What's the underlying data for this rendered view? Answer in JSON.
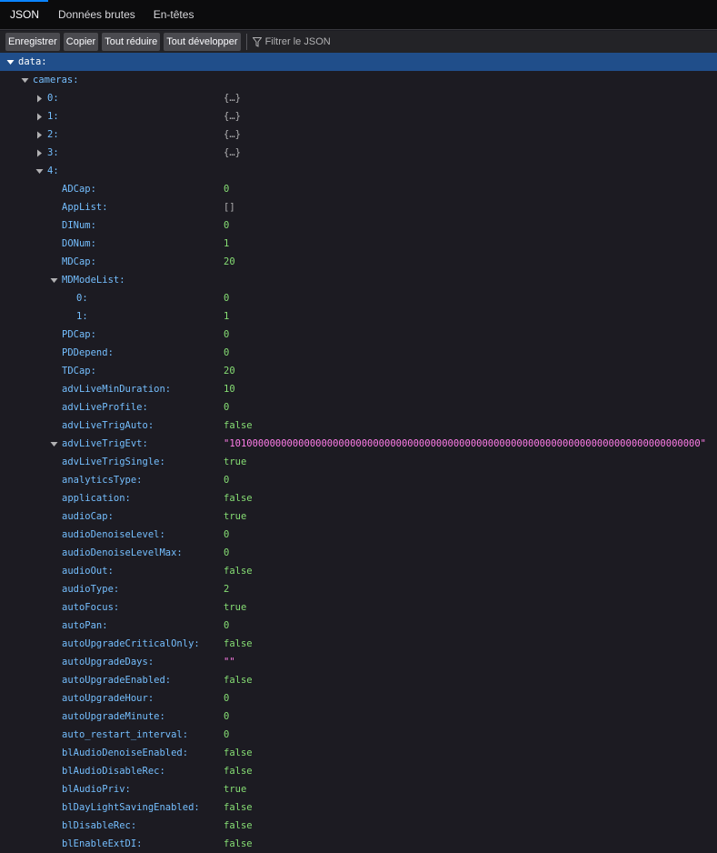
{
  "tabs": [
    {
      "label": "JSON",
      "active": true
    },
    {
      "label": "Données brutes",
      "active": false
    },
    {
      "label": "En-têtes",
      "active": false
    }
  ],
  "toolbar": {
    "save_label": "Enregistrer",
    "copy_label": "Copier",
    "collapse_label": "Tout réduire",
    "expand_label": "Tout développer",
    "filter_placeholder": "Filtrer le JSON"
  },
  "colors": {
    "selected_row": "#204e8a",
    "key": "#75bfff",
    "number": "#86de74",
    "string": "#ff7de9",
    "tab_accent": "#0a84ff"
  },
  "rows": [
    {
      "key": "data:",
      "value": "",
      "type": "",
      "depth": 0,
      "twisty": "open",
      "selected": true
    },
    {
      "key": "cameras:",
      "value": "",
      "type": "",
      "depth": 1,
      "twisty": "open"
    },
    {
      "key": "0:",
      "value": "{…}",
      "type": "obj",
      "depth": 2,
      "twisty": "closed"
    },
    {
      "key": "1:",
      "value": "{…}",
      "type": "obj",
      "depth": 2,
      "twisty": "closed"
    },
    {
      "key": "2:",
      "value": "{…}",
      "type": "obj",
      "depth": 2,
      "twisty": "closed"
    },
    {
      "key": "3:",
      "value": "{…}",
      "type": "obj",
      "depth": 2,
      "twisty": "closed"
    },
    {
      "key": "4:",
      "value": "",
      "type": "",
      "depth": 2,
      "twisty": "open"
    },
    {
      "key": "ADCap:",
      "value": "0",
      "type": "number",
      "depth": 3
    },
    {
      "key": "AppList:",
      "value": "[]",
      "type": "arr",
      "depth": 3
    },
    {
      "key": "DINum:",
      "value": "0",
      "type": "number",
      "depth": 3
    },
    {
      "key": "DONum:",
      "value": "1",
      "type": "number",
      "depth": 3
    },
    {
      "key": "MDCap:",
      "value": "20",
      "type": "number",
      "depth": 3
    },
    {
      "key": "MDModeList:",
      "value": "",
      "type": "",
      "depth": 3,
      "twisty": "open"
    },
    {
      "key": "0:",
      "value": "0",
      "type": "number",
      "depth": 4
    },
    {
      "key": "1:",
      "value": "1",
      "type": "number",
      "depth": 4
    },
    {
      "key": "PDCap:",
      "value": "0",
      "type": "number",
      "depth": 3
    },
    {
      "key": "PDDepend:",
      "value": "0",
      "type": "number",
      "depth": 3
    },
    {
      "key": "TDCap:",
      "value": "20",
      "type": "number",
      "depth": 3
    },
    {
      "key": "advLiveMinDuration:",
      "value": "10",
      "type": "number",
      "depth": 3
    },
    {
      "key": "advLiveProfile:",
      "value": "0",
      "type": "number",
      "depth": 3
    },
    {
      "key": "advLiveTrigAuto:",
      "value": "false",
      "type": "bool",
      "depth": 3
    },
    {
      "key": "advLiveTrigEvt:",
      "value": "\"1010000000000000000000000000000000000000000000000000000000000000000000000000000000\"",
      "type": "string",
      "depth": 3,
      "twisty": "open"
    },
    {
      "key": "advLiveTrigSingle:",
      "value": "true",
      "type": "bool",
      "depth": 3
    },
    {
      "key": "analyticsType:",
      "value": "0",
      "type": "number",
      "depth": 3
    },
    {
      "key": "application:",
      "value": "false",
      "type": "bool",
      "depth": 3
    },
    {
      "key": "audioCap:",
      "value": "true",
      "type": "bool",
      "depth": 3
    },
    {
      "key": "audioDenoiseLevel:",
      "value": "0",
      "type": "number",
      "depth": 3
    },
    {
      "key": "audioDenoiseLevelMax:",
      "value": "0",
      "type": "number",
      "depth": 3
    },
    {
      "key": "audioOut:",
      "value": "false",
      "type": "bool",
      "depth": 3
    },
    {
      "key": "audioType:",
      "value": "2",
      "type": "number",
      "depth": 3
    },
    {
      "key": "autoFocus:",
      "value": "true",
      "type": "bool",
      "depth": 3
    },
    {
      "key": "autoPan:",
      "value": "0",
      "type": "number",
      "depth": 3
    },
    {
      "key": "autoUpgradeCriticalOnly:",
      "value": "false",
      "type": "bool",
      "depth": 3
    },
    {
      "key": "autoUpgradeDays:",
      "value": "\"\"",
      "type": "string",
      "depth": 3
    },
    {
      "key": "autoUpgradeEnabled:",
      "value": "false",
      "type": "bool",
      "depth": 3
    },
    {
      "key": "autoUpgradeHour:",
      "value": "0",
      "type": "number",
      "depth": 3
    },
    {
      "key": "autoUpgradeMinute:",
      "value": "0",
      "type": "number",
      "depth": 3
    },
    {
      "key": "auto_restart_interval:",
      "value": "0",
      "type": "number",
      "depth": 3
    },
    {
      "key": "blAudioDenoiseEnabled:",
      "value": "false",
      "type": "bool",
      "depth": 3
    },
    {
      "key": "blAudioDisableRec:",
      "value": "false",
      "type": "bool",
      "depth": 3
    },
    {
      "key": "blAudioPriv:",
      "value": "true",
      "type": "bool",
      "depth": 3
    },
    {
      "key": "blDayLightSavingEnabled:",
      "value": "false",
      "type": "bool",
      "depth": 3
    },
    {
      "key": "blDisableRec:",
      "value": "false",
      "type": "bool",
      "depth": 3
    },
    {
      "key": "blEnableExtDI:",
      "value": "false",
      "type": "bool",
      "depth": 3
    }
  ]
}
